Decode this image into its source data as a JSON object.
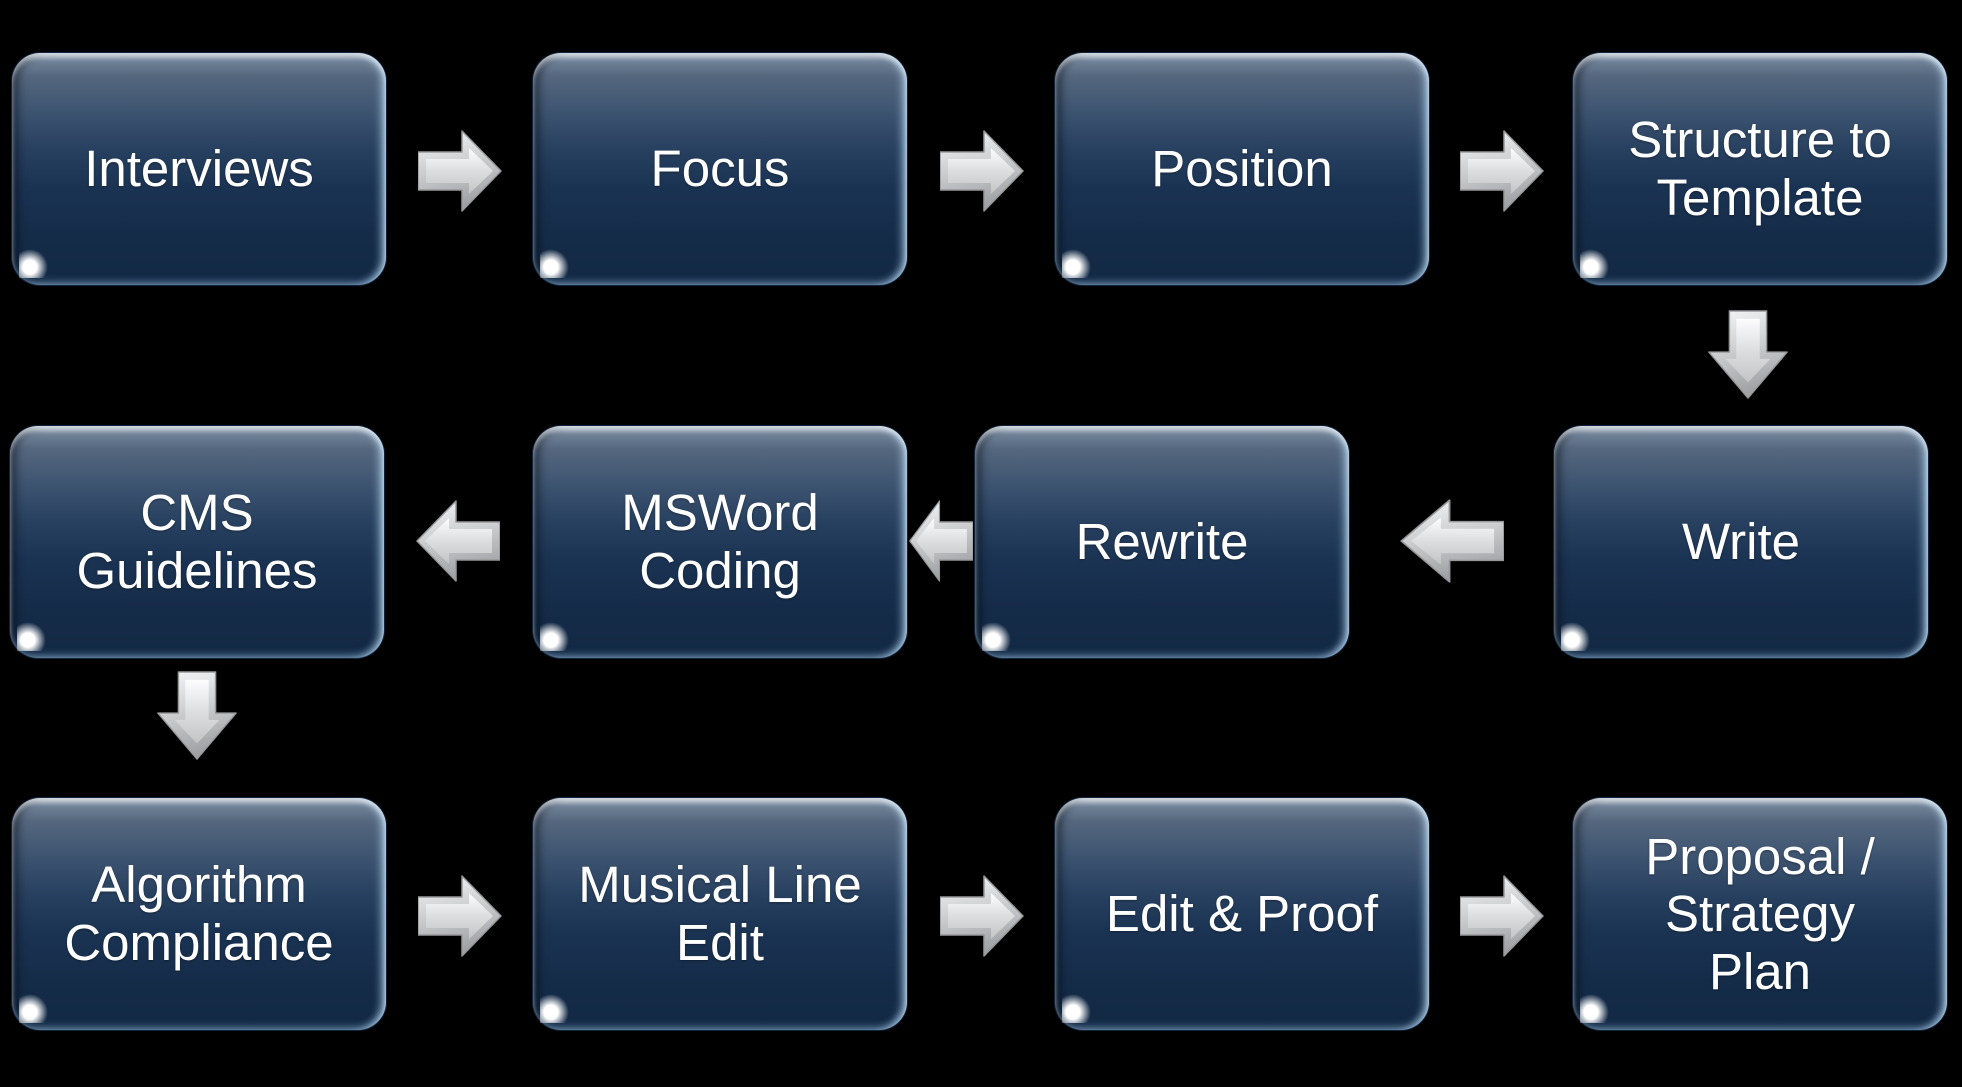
{
  "diagram": {
    "type": "process-flowchart",
    "background_color": "#000000",
    "node_style": {
      "fill_top": "#6e8096",
      "fill_bottom": "#122843",
      "text_color": "#ffffff",
      "edge_highlight": "#bee1fa"
    },
    "arrow_style": {
      "fill_light": "#f4f5f6",
      "fill_dark": "#a3a4a7",
      "outline": "#97989a"
    }
  },
  "flow": {
    "steps": [
      {
        "order": 1,
        "label": "Interviews"
      },
      {
        "order": 2,
        "label": "Focus"
      },
      {
        "order": 3,
        "label": "Position"
      },
      {
        "order": 4,
        "label": "Structure to\nTemplate"
      },
      {
        "order": 5,
        "label": "Write"
      },
      {
        "order": 6,
        "label": "Rewrite"
      },
      {
        "order": 7,
        "label": "MSWord\nCoding"
      },
      {
        "order": 8,
        "label": "CMS\nGuidelines"
      },
      {
        "order": 9,
        "label": "Algorithm\nCompliance"
      },
      {
        "order": 10,
        "label": "Musical Line\nEdit"
      },
      {
        "order": 11,
        "label": "Edit & Proof"
      },
      {
        "order": 12,
        "label": "Proposal /\nStrategy\nPlan"
      }
    ],
    "connections": [
      {
        "from": "Interviews",
        "to": "Focus",
        "direction": "right"
      },
      {
        "from": "Focus",
        "to": "Position",
        "direction": "right"
      },
      {
        "from": "Position",
        "to": "Structure to Template",
        "direction": "right"
      },
      {
        "from": "Structure to Template",
        "to": "Write",
        "direction": "down"
      },
      {
        "from": "Write",
        "to": "Rewrite",
        "direction": "left"
      },
      {
        "from": "Rewrite",
        "to": "MSWord Coding",
        "direction": "left"
      },
      {
        "from": "MSWord Coding",
        "to": "CMS Guidelines",
        "direction": "left"
      },
      {
        "from": "CMS Guidelines",
        "to": "Algorithm Compliance",
        "direction": "down"
      },
      {
        "from": "Algorithm Compliance",
        "to": "Musical Line Edit",
        "direction": "right"
      },
      {
        "from": "Musical Line Edit",
        "to": "Edit & Proof",
        "direction": "right"
      },
      {
        "from": "Edit & Proof",
        "to": "Proposal / Strategy Plan",
        "direction": "right"
      }
    ]
  }
}
